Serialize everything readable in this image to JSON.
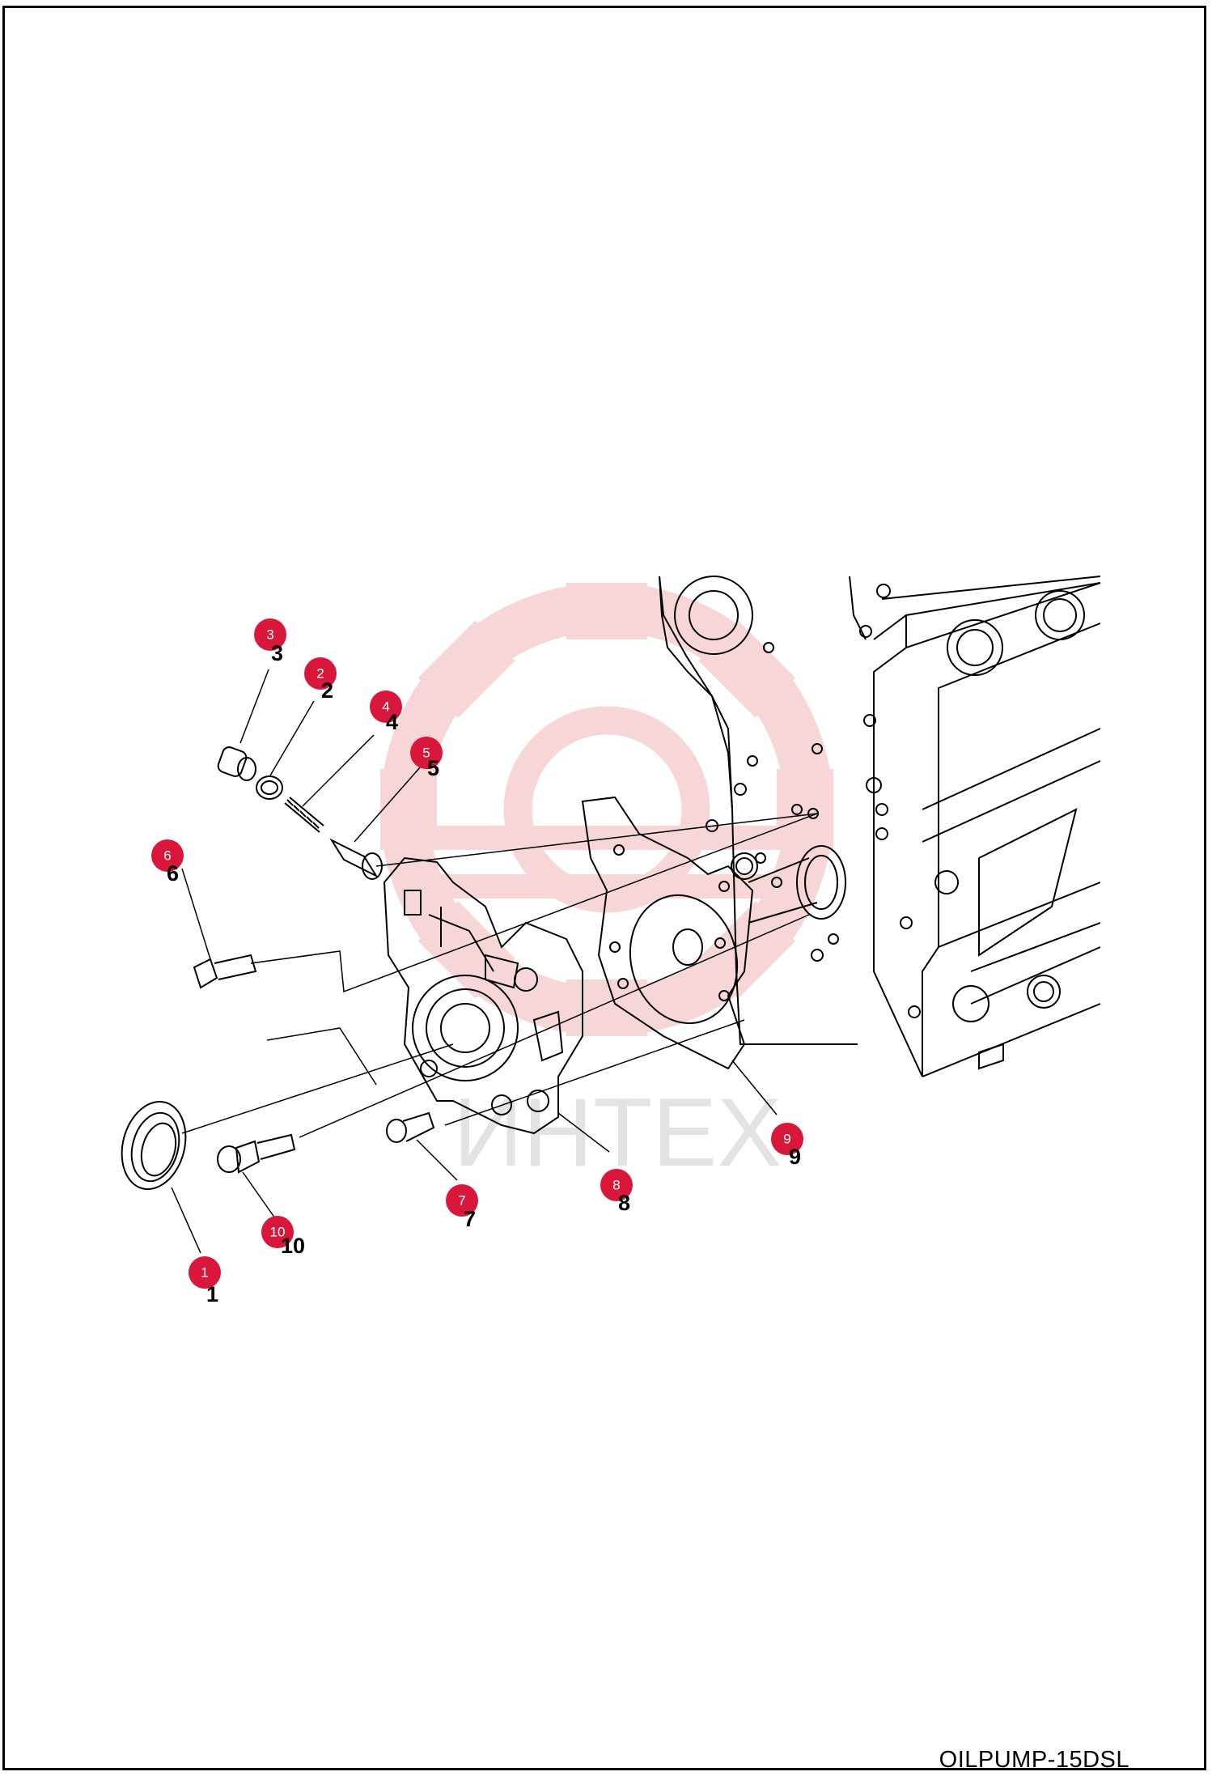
{
  "drawing_code": "OILPUMP-15DSL",
  "watermark_text": "ИНТЕХ",
  "accent_color": "#d8173a",
  "callouts": [
    {
      "id": "1",
      "badge": "1",
      "label": "1"
    },
    {
      "id": "2",
      "badge": "2",
      "label": "2"
    },
    {
      "id": "3",
      "badge": "3",
      "label": "3"
    },
    {
      "id": "4",
      "badge": "4",
      "label": "4"
    },
    {
      "id": "5",
      "badge": "5",
      "label": "5"
    },
    {
      "id": "6",
      "badge": "6",
      "label": "6"
    },
    {
      "id": "7",
      "badge": "7",
      "label": "7"
    },
    {
      "id": "8",
      "badge": "8",
      "label": "8"
    },
    {
      "id": "9",
      "badge": "9",
      "label": "9"
    },
    {
      "id": "10",
      "badge": "10",
      "label": "10"
    }
  ]
}
